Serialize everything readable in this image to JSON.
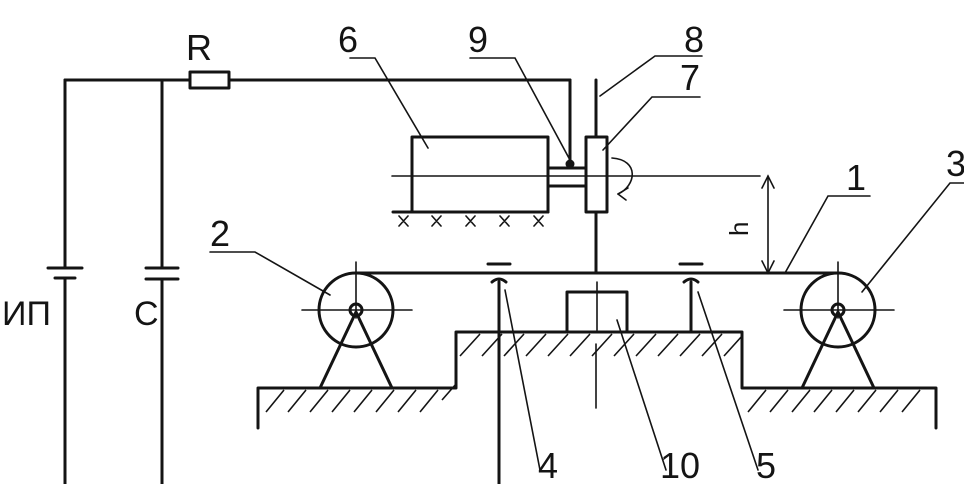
{
  "labels": {
    "resistor": "R",
    "power_source": "ИП",
    "capacitor": "C",
    "gap": "h",
    "n1": "1",
    "n2": "2",
    "n3": "3",
    "n4": "4",
    "n5": "5",
    "n6": "6",
    "n7": "7",
    "n8": "8",
    "n9": "9",
    "n10": "10"
  }
}
